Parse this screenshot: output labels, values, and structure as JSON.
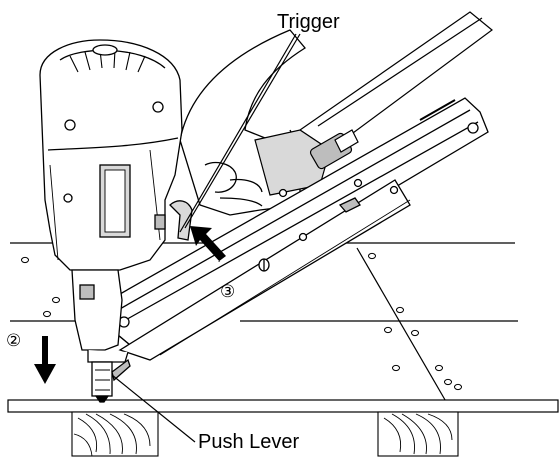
{
  "labels": {
    "trigger": "Trigger",
    "push_lever": "Push Lever",
    "step_2": "②",
    "step_3": "③"
  },
  "colors": {
    "ink": "#000000",
    "paper": "#ffffff",
    "shade": "#d9d9d9",
    "shade_dark": "#bdbdbd"
  },
  "icons": {
    "down_arrow": "arrow-down-icon",
    "diag_arrow": "arrow-up-right-icon"
  }
}
